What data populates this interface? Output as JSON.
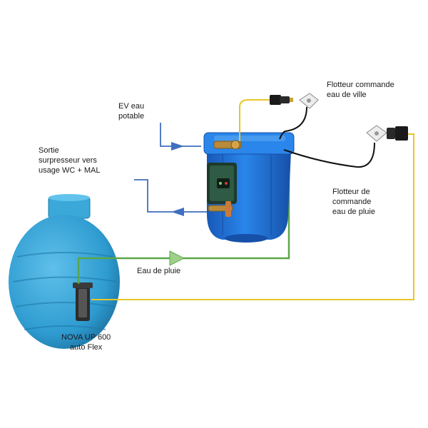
{
  "labels": {
    "ev_eau_potable": [
      "EV eau",
      "potable"
    ],
    "sortie_surpresseur": [
      "Sortie",
      "surpresseur vers",
      "usage WC + MAL"
    ],
    "flotteur_eau_de_ville": [
      "Flotteur  commande",
      "eau de ville"
    ],
    "flotteur_eau_de_pluie": [
      "Flotteur de",
      "commande",
      "eau de pluie"
    ],
    "eau_de_pluie": [
      "Eau de pluie"
    ],
    "nova_up": [
      "NOVA UP 600",
      "auto Flex"
    ]
  },
  "colors": {
    "tank_blue": "#2e9bd0",
    "station_blue": "#1f6fd1",
    "arrow_blue": "#3f6fbf",
    "rain_green": "#5aa64a",
    "float_yellow": "#e8c52a",
    "cable_black": "#111111"
  }
}
